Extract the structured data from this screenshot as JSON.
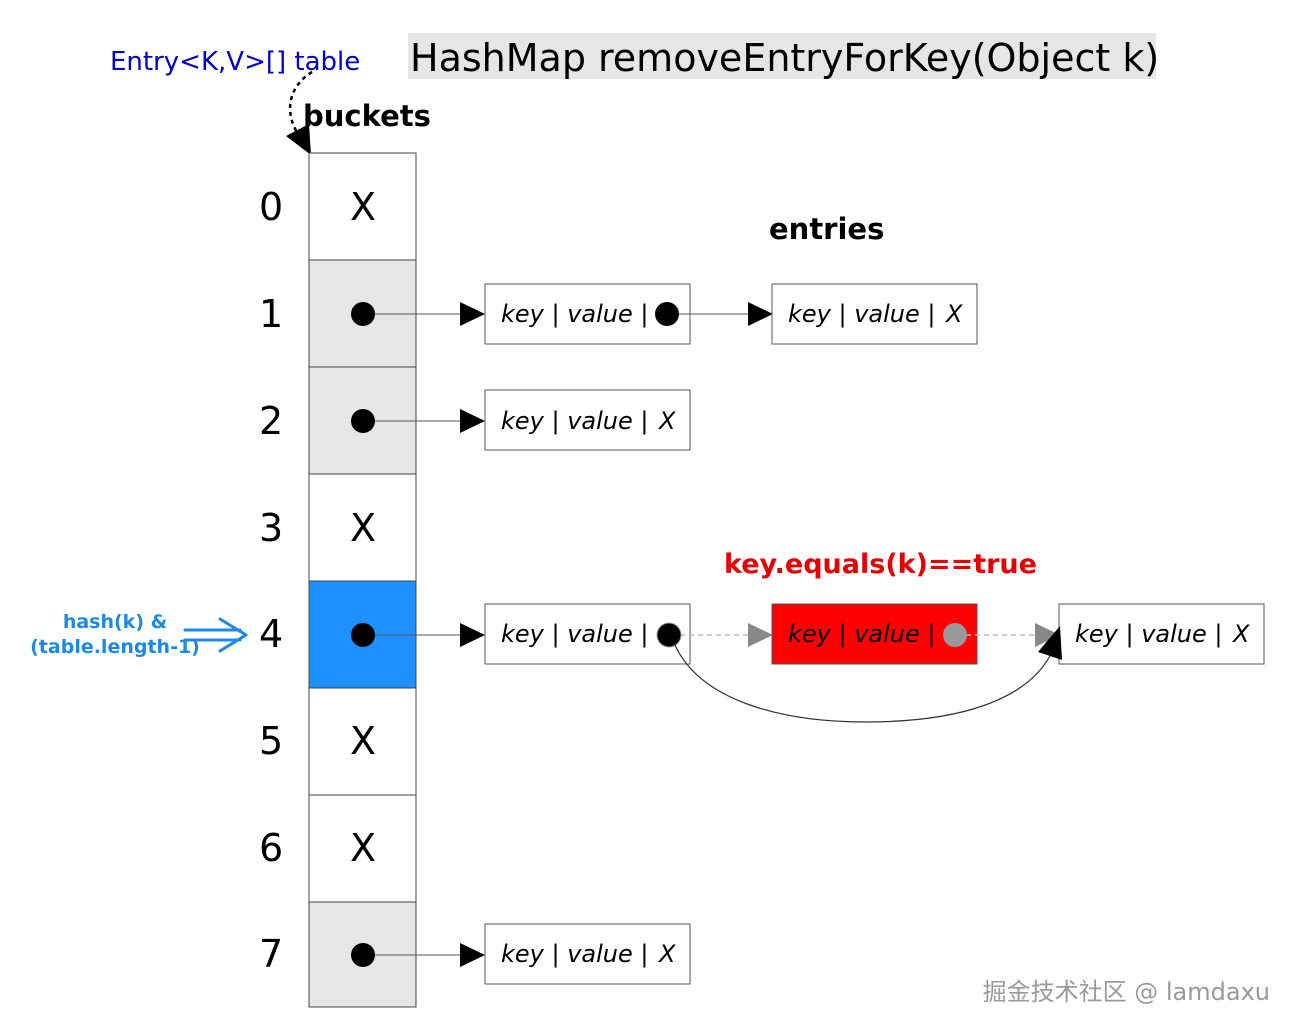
{
  "table_label": "Entry<K,V>[] table",
  "title": "HashMap removeEntryForKey(Object k)",
  "buckets_label": "buckets",
  "entries_label": "entries",
  "condition_label": "key.equals(k)==true",
  "hash_label": {
    "line1": "hash(k) &",
    "line2": "(table.length-1)"
  },
  "entry_text": "key | value |",
  "null_marker": "X",
  "buckets": [
    {
      "index": "0",
      "state": "empty"
    },
    {
      "index": "1",
      "state": "chain"
    },
    {
      "index": "2",
      "state": "chain"
    },
    {
      "index": "3",
      "state": "empty"
    },
    {
      "index": "4",
      "state": "target"
    },
    {
      "index": "5",
      "state": "empty"
    },
    {
      "index": "6",
      "state": "empty"
    },
    {
      "index": "7",
      "state": "chain"
    }
  ],
  "watermark": "掘金技术社区 @ lamdaxu",
  "colors": {
    "table_label": "#0000cc",
    "title_bg": "#e6e6e6",
    "bucket_filled": "#e6e6e6",
    "bucket_target": "#1e90ff",
    "removed_entry": "#ff0000",
    "condition": "#e60000",
    "hash_label": "#1e88e5",
    "watermark": "#9a9a9a"
  }
}
